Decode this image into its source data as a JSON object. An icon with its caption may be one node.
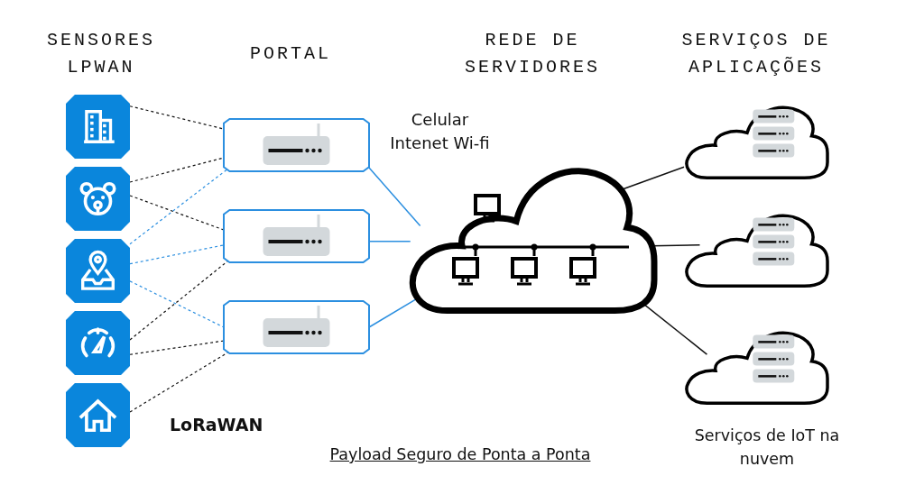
{
  "diagram": {
    "nodes": [
      {
        "text": [],
        "shape": "picture"
      },
      {
        "text": [],
        "shape": "picture"
      },
      {
        "text": [],
        "shape": "picture"
      },
      {
        "text": [],
        "shape": "picture"
      },
      {
        "text": [],
        "shape": "picture"
      },
      {
        "text": [],
        "shape": "box"
      },
      {
        "text": [],
        "shape": "box"
      },
      {
        "text": [],
        "shape": "box"
      },
      {
        "text": [],
        "shape": "cloud"
      },
      {
        "text": [],
        "shape": "cloud"
      },
      {
        "text": [],
        "shape": "cloud"
      },
      {
        "text": [],
        "shape": "cloud",
        "beside": [
          "Serviços de IoT na nuvem"
        ]
      }
    ],
    "edges": [
      {
        "from": 0,
        "to": 5,
        "arrow": "none",
        "style": "dashed"
      },
      {
        "from": 1,
        "to": 5,
        "arrow": "none",
        "style": "dashed"
      },
      {
        "from": 1,
        "to": 6,
        "arrow": "none",
        "style": "dashed"
      },
      {
        "from": 2,
        "to": 5,
        "arrow": "none",
        "style": "dashed",
        "color": "#2b8fe0"
      },
      {
        "from": 2,
        "to": 6,
        "arrow": "none",
        "style": "dashed",
        "color": "#2b8fe0"
      },
      {
        "from": 2,
        "to": 7,
        "arrow": "none",
        "style": "dashed",
        "color": "#2b8fe0"
      },
      {
        "from": 3,
        "to": 6,
        "arrow": "none",
        "style": "dashed"
      },
      {
        "from": 3,
        "to": 7,
        "arrow": "none",
        "style": "dashed"
      },
      {
        "from": 4,
        "to": 7,
        "arrow": "none",
        "style": "dashed"
      },
      {
        "from": 5,
        "to": 8,
        "arrow": "none",
        "color": "#2b8fe0"
      },
      {
        "from": 6,
        "to": 8,
        "arrow": "none",
        "color": "#2b8fe0"
      },
      {
        "from": 7,
        "to": 8,
        "arrow": "none",
        "color": "#2b8fe0"
      },
      {
        "from": 8,
        "to": 9,
        "arrow": "none"
      },
      {
        "from": 8,
        "to": 10,
        "arrow": "none"
      },
      {
        "from": 8,
        "to": 11,
        "arrow": "none"
      }
    ],
    "labels": [
      "SENSORES LPWAN",
      "PORTAL",
      "REDE DE SERVIDORES",
      "SERVIÇOS DE APLICAÇÕES",
      "Celular Intenet Wi-fi",
      "LoRaWAN",
      "Payload Seguro de Ponta a Ponta"
    ]
  }
}
